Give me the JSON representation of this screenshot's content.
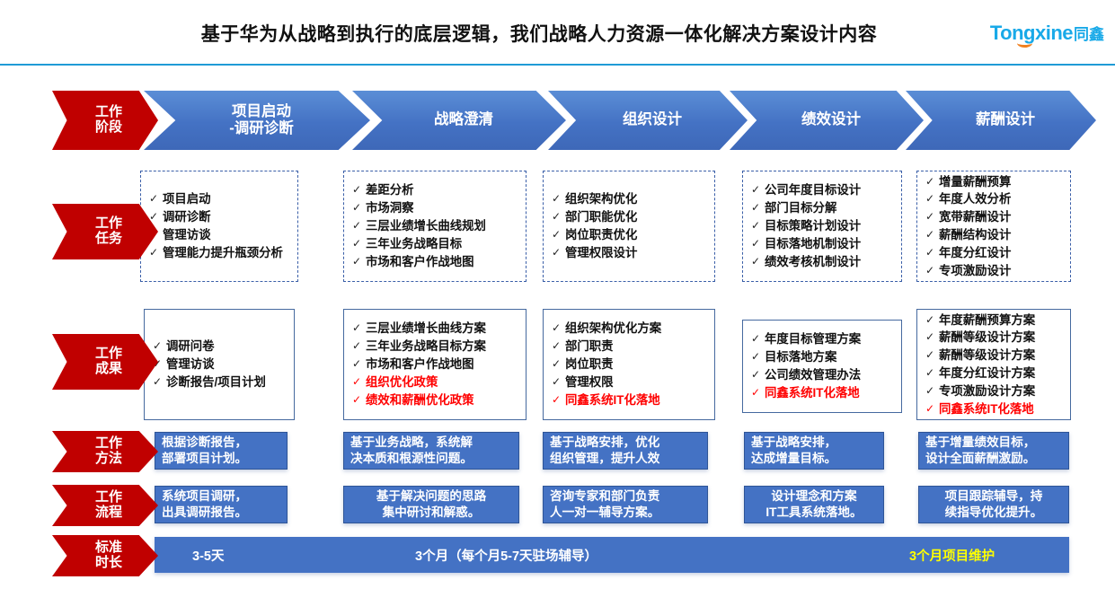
{
  "header": {
    "title": "基于华为从战略到执行的底层逻辑，我们战略人力资源一体化解决方案设计内容",
    "logo_text": "Tongxine",
    "logo_cn": "同鑫",
    "accent_color": "#18a9e8",
    "rule_color": "#1f9bd6"
  },
  "colors": {
    "label_red": "#C00000",
    "stage_blue": "#4472C4",
    "box_border_blue": "#45699f",
    "highlight_red": "#FF0000",
    "highlight_yellow": "#FFFF00"
  },
  "row_labels": [
    {
      "line1": "工作",
      "line2": "阶段"
    },
    {
      "line1": "工作",
      "line2": "任务"
    },
    {
      "line1": "工作",
      "line2": "成果"
    },
    {
      "line1": "工作",
      "line2": "方法"
    },
    {
      "line1": "工作",
      "line2": "流程"
    },
    {
      "line1": "标准",
      "line2": "时长"
    }
  ],
  "stages": [
    {
      "label": "项目启动\n-调研诊断"
    },
    {
      "label": "战略澄清"
    },
    {
      "label": "组织设计"
    },
    {
      "label": "绩效设计"
    },
    {
      "label": "薪酬设计"
    }
  ],
  "tasks": [
    {
      "items": [
        {
          "text": "项目启动",
          "red": false
        },
        {
          "text": "调研诊断",
          "red": false
        },
        {
          "text": "管理访谈",
          "red": false
        },
        {
          "text": "管理能力提升瓶颈分析",
          "red": false,
          "wrap": true
        }
      ]
    },
    {
      "items": [
        {
          "text": "差距分析",
          "red": false
        },
        {
          "text": "市场洞察",
          "red": false
        },
        {
          "text": "三层业绩增长曲线规划",
          "red": false
        },
        {
          "text": "三年业务战略目标",
          "red": false
        },
        {
          "text": "市场和客户作战地图",
          "red": false
        }
      ]
    },
    {
      "items": [
        {
          "text": "组织架构优化",
          "red": false
        },
        {
          "text": "部门职能优化",
          "red": false
        },
        {
          "text": "岗位职责优化",
          "red": false
        },
        {
          "text": "管理权限设计",
          "red": false
        }
      ]
    },
    {
      "items": [
        {
          "text": "公司年度目标设计",
          "red": false
        },
        {
          "text": "部门目标分解",
          "red": false
        },
        {
          "text": "目标策略计划设计",
          "red": false
        },
        {
          "text": "目标落地机制设计",
          "red": false
        },
        {
          "text": "绩效考核机制设计",
          "red": false
        }
      ]
    },
    {
      "items": [
        {
          "text": "增量薪酬预算",
          "red": false
        },
        {
          "text": "年度人效分析",
          "red": false
        },
        {
          "text": "宽带薪酬设计",
          "red": false
        },
        {
          "text": "薪酬结构设计",
          "red": false
        },
        {
          "text": "年度分红设计",
          "red": false
        },
        {
          "text": "专项激励设计",
          "red": false
        }
      ]
    }
  ],
  "deliverables": [
    {
      "items": [
        {
          "text": "调研问卷",
          "red": false
        },
        {
          "text": "管理访谈",
          "red": false
        },
        {
          "text": "诊断报告/项目计划",
          "red": false
        }
      ]
    },
    {
      "items": [
        {
          "text": "三层业绩增长曲线方案",
          "red": false
        },
        {
          "text": "三年业务战略目标方案",
          "red": false
        },
        {
          "text": "市场和客户作战地图",
          "red": false
        },
        {
          "text": "组织优化政策",
          "red": true
        },
        {
          "text": "绩效和薪酬优化政策",
          "red": true
        }
      ]
    },
    {
      "items": [
        {
          "text": "组织架构优化方案",
          "red": false
        },
        {
          "text": "部门职责",
          "red": false
        },
        {
          "text": "岗位职责",
          "red": false
        },
        {
          "text": "管理权限",
          "red": false
        },
        {
          "text": "同鑫系统IT化落地",
          "red": true
        }
      ]
    },
    {
      "items": [
        {
          "text": "年度目标管理方案",
          "red": false
        },
        {
          "text": "目标落地方案",
          "red": false
        },
        {
          "text": "公司绩效管理办法",
          "red": false
        },
        {
          "text": "同鑫系统IT化落地",
          "red": true
        }
      ]
    },
    {
      "items": [
        {
          "text": "年度薪酬预算方案",
          "red": false
        },
        {
          "text": "薪酬等级设计方案",
          "red": false
        },
        {
          "text": "薪酬等级设计方案",
          "red": false
        },
        {
          "text": "年度分红设计方案",
          "red": false
        },
        {
          "text": "专项激励设计方案",
          "red": false
        },
        {
          "text": "同鑫系统IT化落地",
          "red": true
        }
      ]
    }
  ],
  "methods": [
    {
      "text": "根据诊断报告，\n部署项目计划。",
      "center": false
    },
    {
      "text": "基于业务战略，系统解\n决本质和根源性问题。",
      "center": false
    },
    {
      "text": "基于战略安排，优化\n组织管理，提升人效",
      "center": false
    },
    {
      "text": "基于战略安排，\n达成增量目标。",
      "center": false
    },
    {
      "text": "基于增量绩效目标，\n设计全面薪酬激励。",
      "center": false
    }
  ],
  "flows": [
    {
      "text": "系统项目调研，\n出具调研报告。",
      "center": false
    },
    {
      "text": "基于解决问题的思路\n集中研讨和解惑。",
      "center": true
    },
    {
      "text": "咨询专家和部门负责\n人一对一辅导方案。",
      "center": false
    },
    {
      "text": "设计理念和方案\nIT工具系统落地。",
      "center": true
    },
    {
      "text": "项目跟踪辅导，持\n续指导优化提升。",
      "center": true
    }
  ],
  "durations": [
    {
      "text": "3-5天",
      "highlight": false
    },
    {
      "text": "3个月（每个月5-7天驻场辅导）",
      "highlight": false
    },
    {
      "text": "3个月项目维护",
      "highlight": true
    }
  ]
}
